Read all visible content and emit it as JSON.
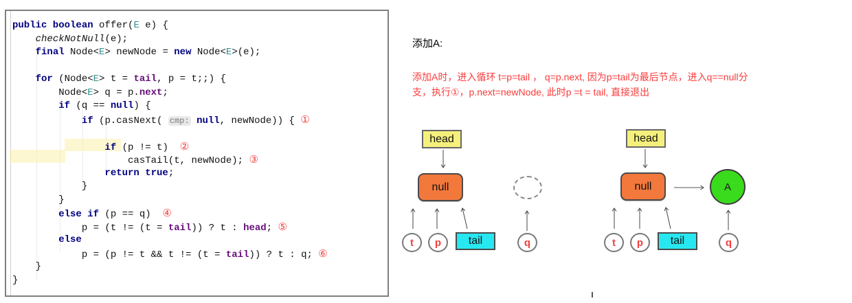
{
  "colors": {
    "keyword": "#000080",
    "field": "#660E7A",
    "typeParam": "#2E8F8F",
    "annotation": "#F43E3E",
    "redText": "#FA3B3B",
    "headFill": "#F5F07C",
    "nullFill": "#F2783C",
    "tailFill": "#27E8F1",
    "nodeAFill": "#3ADB1C"
  },
  "code": {
    "language": "java",
    "step_markers": [
      "①",
      "②",
      "③",
      "④",
      "⑤",
      "⑥"
    ],
    "inlay_hint": "cmp:",
    "lines": [
      [
        [
          "k",
          "public boolean"
        ],
        [
          "d",
          " offer("
        ],
        [
          "tp",
          "E"
        ],
        [
          "d",
          " e) {"
        ]
      ],
      [
        [
          "d",
          "    "
        ],
        [
          "sm",
          "checkNotNull"
        ],
        [
          "d",
          "(e);"
        ]
      ],
      [
        [
          "d",
          "    "
        ],
        [
          "k",
          "final"
        ],
        [
          "d",
          " Node<"
        ],
        [
          "tp",
          "E"
        ],
        [
          "d",
          "> newNode = "
        ],
        [
          "k",
          "new"
        ],
        [
          "d",
          " Node<"
        ],
        [
          "tp",
          "E"
        ],
        [
          "d",
          ">(e);"
        ]
      ],
      [],
      [
        [
          "d",
          "    "
        ],
        [
          "k",
          "for"
        ],
        [
          "d",
          " (Node<"
        ],
        [
          "tp",
          "E"
        ],
        [
          "d",
          "> t = "
        ],
        [
          "f",
          "tail"
        ],
        [
          "d",
          ", p = t;;) {"
        ]
      ],
      [
        [
          "d",
          "        Node<"
        ],
        [
          "tp",
          "E"
        ],
        [
          "d",
          "> q = p."
        ],
        [
          "f",
          "next"
        ],
        [
          "d",
          ";"
        ]
      ],
      [
        [
          "d",
          "        "
        ],
        [
          "k",
          "if"
        ],
        [
          "d",
          " (q == "
        ],
        [
          "k",
          "null"
        ],
        [
          "d",
          ") {"
        ]
      ],
      [
        [
          "d",
          "            "
        ],
        [
          "k",
          "if"
        ],
        [
          "d",
          " (p.casNext( "
        ],
        [
          "h",
          "cmp:"
        ],
        [
          "d",
          " "
        ],
        [
          "k",
          "null"
        ],
        [
          "d",
          ", newNode)) { "
        ],
        [
          "n",
          "①"
        ]
      ],
      [],
      [
        [
          "d",
          "                "
        ],
        [
          "k",
          "if"
        ],
        [
          "d",
          " (p != t)  "
        ],
        [
          "n",
          "②"
        ]
      ],
      [
        [
          "d",
          "                    casTail(t, newNode); "
        ],
        [
          "n",
          "③"
        ]
      ],
      [
        [
          "d",
          "                "
        ],
        [
          "k",
          "return true"
        ],
        [
          "d",
          ";"
        ]
      ],
      [
        [
          "d",
          "            }"
        ]
      ],
      [
        [
          "d",
          "        }"
        ]
      ],
      [
        [
          "d",
          "        "
        ],
        [
          "k",
          "else if"
        ],
        [
          "d",
          " (p == q)  "
        ],
        [
          "n",
          "④"
        ]
      ],
      [
        [
          "d",
          "            p = (t != (t = "
        ],
        [
          "f",
          "tail"
        ],
        [
          "d",
          ")) ? t : "
        ],
        [
          "f",
          "head"
        ],
        [
          "d",
          "; "
        ],
        [
          "n",
          "⑤"
        ]
      ],
      [
        [
          "d",
          "        "
        ],
        [
          "k",
          "else"
        ]
      ],
      [
        [
          "d",
          "            p = (p != t && t != (t = "
        ],
        [
          "f",
          "tail"
        ],
        [
          "d",
          ")) ? t : q; "
        ],
        [
          "n",
          "⑥"
        ]
      ]
    ],
    "closing_lines": [
      [
        [
          "d",
          "    }"
        ]
      ],
      [
        [
          "d",
          "}"
        ]
      ]
    ]
  },
  "annotation": {
    "title": "添加A:",
    "description_lines": [
      "添加A时，进入循环 t=p=tail ，  q=p.next, 因为p=tail为最后节点，进入q==null分",
      "支，执行①，p.next=newNode, 此时p  =t = tail, 直接退出"
    ]
  },
  "diagrams": [
    {
      "name": "before-add",
      "head_label": "head",
      "node_label": "null",
      "tail_label": "tail",
      "pointer_t": "t",
      "pointer_p": "p",
      "pointer_q": "q"
    },
    {
      "name": "after-add",
      "head_label": "head",
      "node_label": "null",
      "tail_label": "tail",
      "pointer_t": "t",
      "pointer_p": "p",
      "pointer_q": "q",
      "new_node_label": "A"
    }
  ]
}
